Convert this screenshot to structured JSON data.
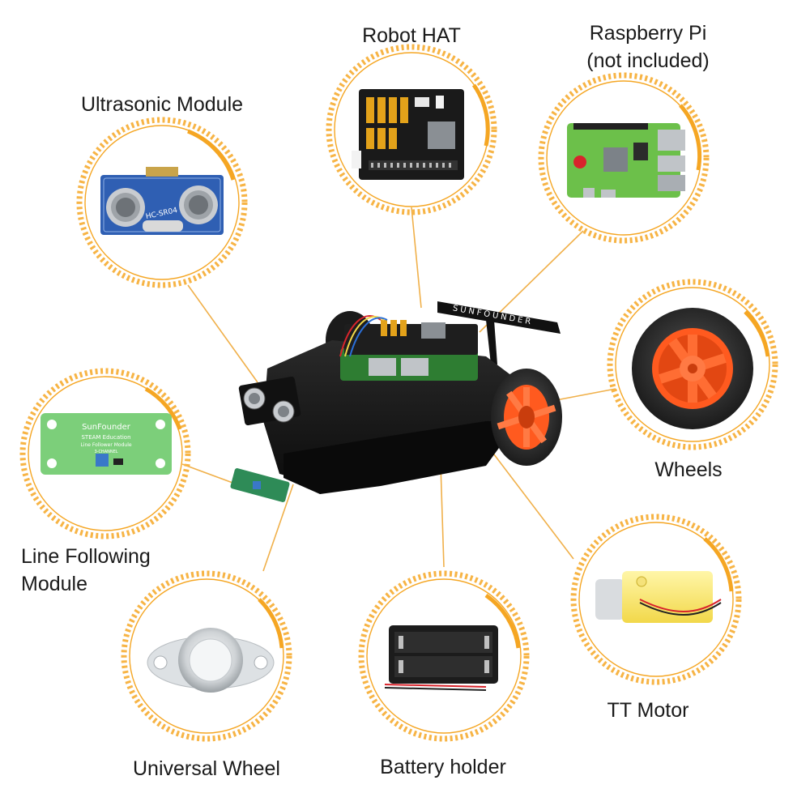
{
  "colors": {
    "ring": "#f5a623",
    "ring_dotted": "#f7b445",
    "connector": "#f0b04a",
    "label_text": "#1a1a1a",
    "wheel_rim": "#ff5a1f",
    "tire": "#2b2b2b",
    "pcb_green": "#6cc04a",
    "pcb_blue": "#2f5fb3",
    "chassis": "#141414"
  },
  "components": [
    {
      "id": "ultrasonic",
      "label_lines": [
        "Ultrasonic Module"
      ],
      "icon": "ultrasonic-sensor-icon",
      "board_text": "HC-SR04"
    },
    {
      "id": "robot-hat",
      "label_lines": [
        "Robot HAT"
      ],
      "icon": "robot-hat-board-icon"
    },
    {
      "id": "raspberry-pi",
      "label_lines": [
        "Raspberry Pi",
        "(not included)"
      ],
      "icon": "raspberry-pi-board-icon"
    },
    {
      "id": "wheels",
      "label_lines": [
        "Wheels"
      ],
      "icon": "wheel-icon"
    },
    {
      "id": "tt-motor",
      "label_lines": [
        "TT Motor"
      ],
      "icon": "tt-motor-icon"
    },
    {
      "id": "battery-holder",
      "label_lines": [
        "Battery holder"
      ],
      "icon": "battery-holder-icon"
    },
    {
      "id": "universal-wheel",
      "label_lines": [
        "Universal Wheel"
      ],
      "icon": "caster-wheel-icon"
    },
    {
      "id": "line-following",
      "label_lines": [
        "Line Following",
        "Module"
      ],
      "icon": "line-sensor-board-icon",
      "board_text": [
        "SunFounder",
        "STEAM Education",
        "Line Follower Module",
        "3-CHANNEL"
      ]
    }
  ],
  "car": {
    "icon": "robot-car-icon",
    "spoiler_text": "SUNFOUNDER"
  }
}
